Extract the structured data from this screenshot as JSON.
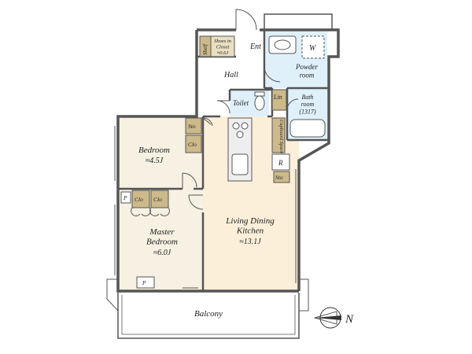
{
  "colors": {
    "wall": "#555555",
    "floor_ldk": "#fbefd9",
    "floor_bedroom": "#f6f1e2",
    "floor_wet": "#dff0fb",
    "closet": "#cdb98a",
    "balcony_line": "#555555"
  },
  "rooms": {
    "entrance": "Ent",
    "shoes_closet": "Shoes in\nCloset\n≈0.6J",
    "shelf": "Shelf",
    "hall": "Hall",
    "powder_room": "Powder\nroom",
    "washer": "W",
    "toilet": "Toilet",
    "linen": "Lin",
    "bath": "Bath\nroom\n(1317)",
    "cupboard_space": "Cupboard Space",
    "refrigerator": "R",
    "storage_kitchen": "Sto",
    "bedroom_name": "Bedroom",
    "bedroom_size": "≈4.5J",
    "storage_bedroom": "Sto",
    "closet_bedroom": "Clo",
    "master_name": "Master\nBedroom",
    "master_size": "≈6.0J",
    "closet_master_1": "Clo",
    "closet_master_2": "Clo",
    "pipe_space_1": "P",
    "pipe_space_2": "P",
    "ldk_name": "Living Dining\nKitchen",
    "ldk_size": "≈13.1J",
    "balcony": "Balcony"
  },
  "compass": {
    "north_label": "N"
  }
}
